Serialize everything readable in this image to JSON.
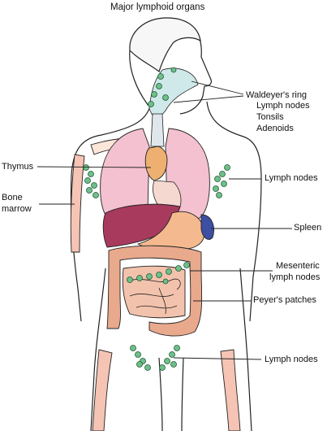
{
  "title": "Major lymphoid organs",
  "labels": {
    "waldeyers_ring": "Waldeyer's ring",
    "lymph_nodes_sub": "Lymph nodes",
    "tonsils": "Tonsils",
    "adenoids": "Adenoids",
    "thymus": "Thymus",
    "bone": "Bone",
    "marrow": "marrow",
    "lymph_nodes_axillary": "Lymph nodes",
    "spleen": "Spleen",
    "mesenteric": "Mesenteric",
    "mesenteric_2": "lymph nodes",
    "peyers_patches": "Peyer's patches",
    "lymph_nodes_inguinal": "Lymph nodes"
  },
  "colors": {
    "outline": "#222222",
    "node": "#6fbf8a",
    "lung": "#f3c1cf",
    "liver": "#a83a5e",
    "spleen": "#3d4fa3",
    "stomach": "#f4b98e",
    "intestine": "#e9a98c",
    "thymus": "#eeb070",
    "bone": "#f6c4b4",
    "throat": "#cfe9ea"
  }
}
